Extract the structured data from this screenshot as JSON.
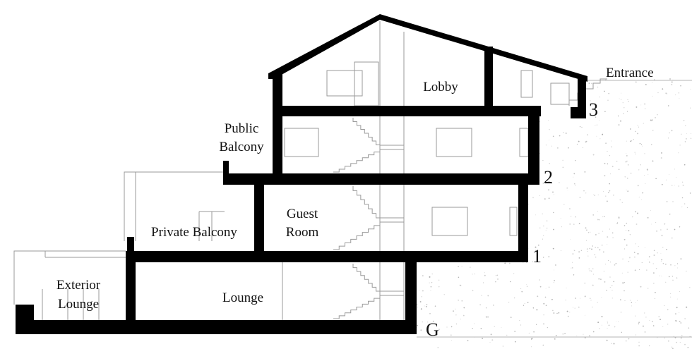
{
  "labels": {
    "entrance": "Entrance",
    "lobby": "Lobby",
    "public_balcony_line1": "Public",
    "public_balcony_line2": "Balcony",
    "guest_room_line1": "Guest",
    "guest_room_line2": "Room",
    "private_balcony": "Private Balcony",
    "exterior_lounge_line1": "Exterior",
    "exterior_lounge_line2": "Lounge",
    "lounge": "Lounge"
  },
  "levels": {
    "level_3": "3",
    "level_2": "2",
    "level_1": "1",
    "level_g": "G"
  },
  "colors": {
    "structure": "#000000",
    "ground_speckle": "#9a9a9a",
    "thin_lines": "#9a9a9a"
  }
}
